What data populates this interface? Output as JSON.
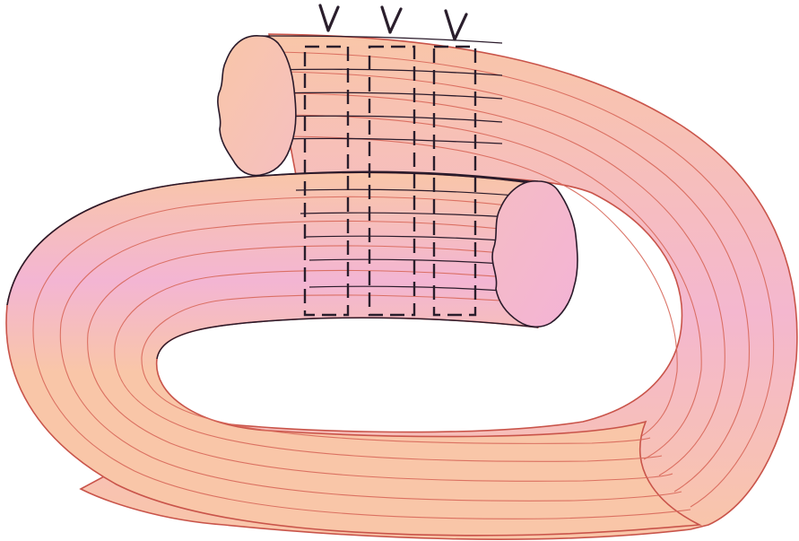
{
  "colors": {
    "background": "#ffffff",
    "tissue_peach": "#f9c6a8",
    "tissue_pink": "#f3b5d3",
    "fiber_line": "#d8685a",
    "outline_dark": "#2a1a2a",
    "outline_red": "#c9544a",
    "suture_dashes": "#2a1e2c"
  },
  "figure": {
    "description_shapes": [
      "folded-tubular-tissue-loop",
      "cut-end-left",
      "cut-end-right",
      "suture-bands",
      "stitch-marks"
    ],
    "suture_count": 3,
    "fiber_layers": 6
  }
}
